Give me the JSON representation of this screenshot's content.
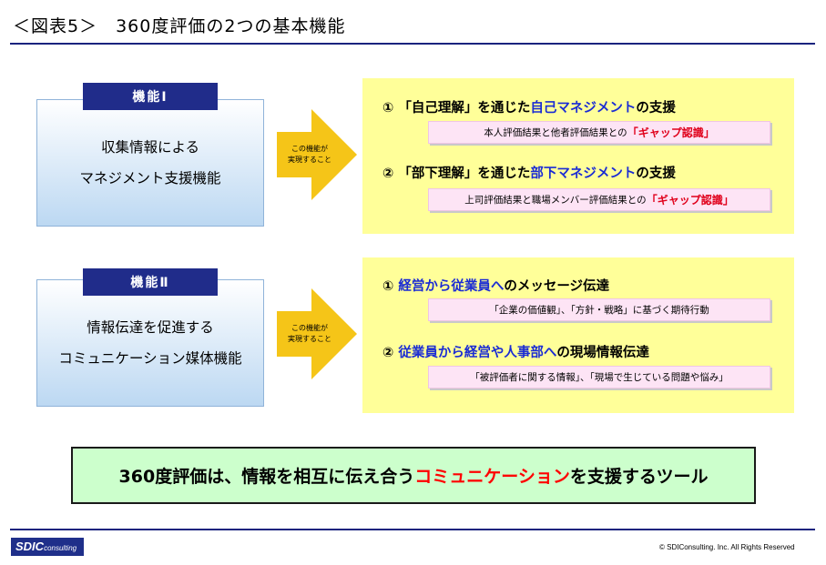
{
  "title": "＜図表5＞　360度評価の2つの基本機能",
  "functions": [
    {
      "tag": "機能Ⅰ",
      "lines": [
        "収集情報による",
        "マネジメント支援機能"
      ],
      "arrow_lines": [
        "この機能が",
        "実現すること"
      ],
      "items": [
        {
          "num": "①",
          "title_parts": [
            "「自己理解」を通じた",
            "自己マネジメント",
            "の支援"
          ],
          "sub_parts": [
            "本人評価結果と他者評価結果との",
            "「ギャップ認識」"
          ]
        },
        {
          "num": "②",
          "title_parts": [
            "「部下理解」を通じた",
            "部下マネジメント",
            "の支援"
          ],
          "sub_parts": [
            "上司評価結果と職場メンバー評価結果との",
            "「ギャップ認識」"
          ]
        }
      ]
    },
    {
      "tag": "機能Ⅱ",
      "lines": [
        "情報伝達を促進する",
        "コミュニケーション媒体機能"
      ],
      "arrow_lines": [
        "この機能が",
        "実現すること"
      ],
      "items": [
        {
          "num": "①",
          "title_parts": [
            "経営から従業員へ",
            "のメッセージ伝達"
          ],
          "sub_parts": [
            "「企業の価値観」、「方針・戦略」に基づく期待行動"
          ]
        },
        {
          "num": "②",
          "title_parts": [
            "従業員から経営や人事部へ",
            "の現場情報伝達"
          ],
          "sub_parts": [
            "「被評価者に関する情報」、「現場で生じている問題や悩み」"
          ]
        }
      ]
    }
  ],
  "summary_parts": [
    "360度評価は、情報を相互に伝え合う",
    "コミュニケーション",
    "を支援するツール"
  ],
  "footer": {
    "logo_main": "SDIC",
    "logo_sub": "consulting",
    "copyright": "© SDIConsulting. Inc. All Rights Reserved"
  },
  "colors": {
    "navy": "#202c8a",
    "blue_text": "#1a2bd4",
    "red_text": "#e0001b",
    "yellow_box": "#ffff99",
    "pink_box": "#fde4f5",
    "arrow": "#f5c518",
    "summary_bg": "#ccffcc"
  }
}
